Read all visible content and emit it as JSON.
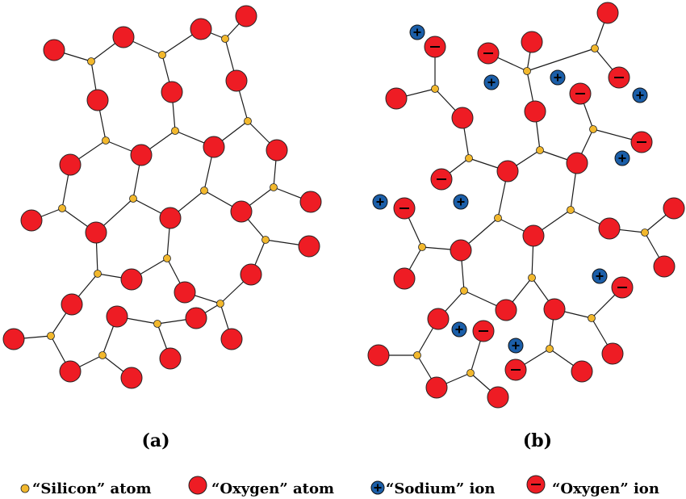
{
  "panels": [
    {
      "caption": "(a)"
    },
    {
      "caption": "(b)"
    }
  ],
  "legend": [
    {
      "icon": "silicon-atom-icon",
      "label": "“Silicon” atom"
    },
    {
      "icon": "oxygen-atom-icon",
      "label": "“Oxygen” atom"
    },
    {
      "icon": "sodium-ion-icon",
      "label": "“Sodium” ion"
    },
    {
      "icon": "oxygen-ion-icon",
      "label": "“Oxygen” ion"
    }
  ],
  "colors": {
    "oxygen": "#ee1c24",
    "silicon": "#f2b82d",
    "sodium": "#1b5ea8",
    "bond": "#1a1a1a"
  }
}
